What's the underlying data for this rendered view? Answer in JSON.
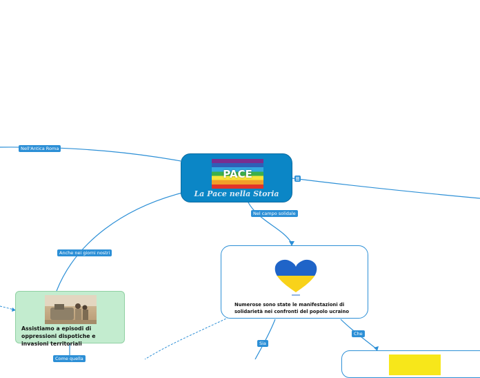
{
  "central": {
    "flag_text": "PACE",
    "title": "La Pace nella Storia"
  },
  "connectors": {
    "antica_roma": "Nell'Antica Roma",
    "giorni_nostri": "Anche nei giorni nostri",
    "campo_solidale": "Nel campo solidale",
    "sia": "Sia",
    "che": "Che",
    "come_quella": "Come quella"
  },
  "nodes": {
    "oppressioni": {
      "text": "Assistiamo a episodi di oppressioni dispotiche e invasioni territoriali",
      "image": "soldiers-photo"
    },
    "solidarieta": {
      "text": "Numerose sono state le manifestazioni di solidarietà nei confronti del popolo ucraino",
      "image": "ukraine-heart"
    }
  },
  "colors": {
    "accent": "#2c8fd6",
    "central_bg": "#0b86c6",
    "green_node": "#c3eccf",
    "ukraine_blue": "#1f64c8",
    "ukraine_yellow": "#f8d21a",
    "highlight_yellow": "#f7e71a"
  },
  "icons": [
    "notes-icon"
  ]
}
